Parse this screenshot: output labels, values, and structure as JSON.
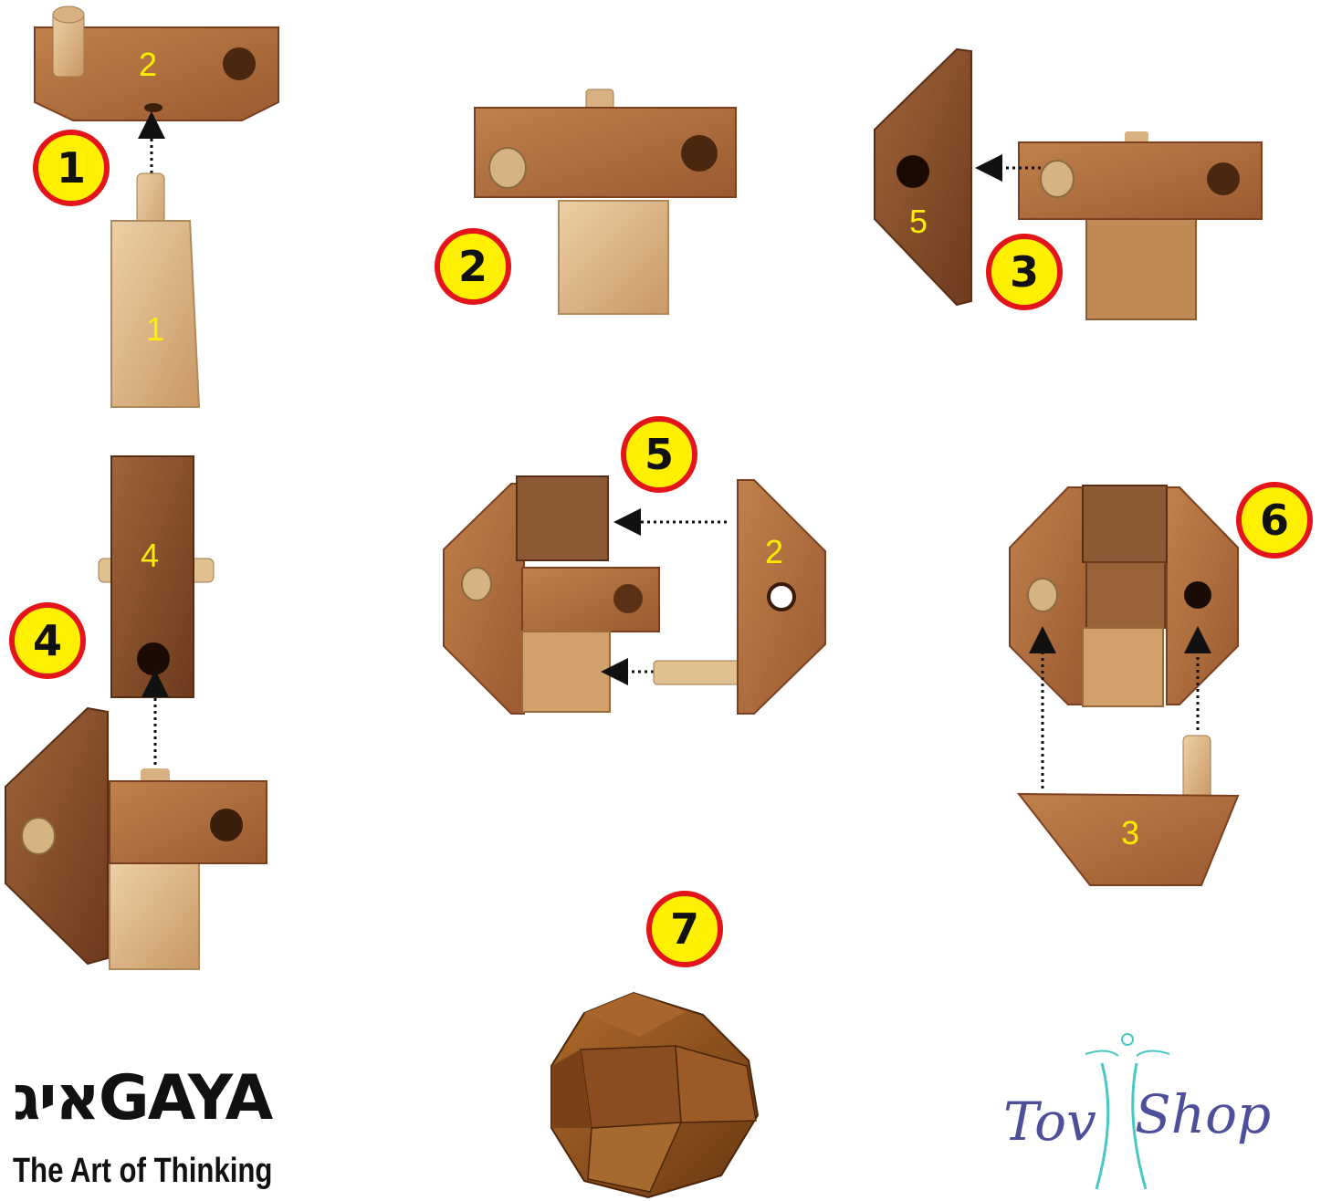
{
  "steps": [
    "1",
    "2",
    "3",
    "4",
    "5",
    "6",
    "7"
  ],
  "piece_labels": {
    "step1_top": "2",
    "step1_bottom": "1",
    "step3_left": "5",
    "step4_top": "4",
    "step5_right": "2",
    "step6_bottom": "3"
  },
  "logos": {
    "gaya_mark": "איגGAYA",
    "gaya_tagline": "The Art of Thinking",
    "tov_left": "Tov",
    "tov_right": "Shop"
  },
  "colors": {
    "badge_fill": "#ffef00",
    "badge_ring": "#e4141b",
    "label_yellow": "#ffee00",
    "wood_dark": "#8a4f2a",
    "wood_mid": "#b2703f",
    "wood_light": "#dcb98a",
    "tov_purple": "#4e4f9a",
    "tov_teal": "#49c7c2"
  }
}
